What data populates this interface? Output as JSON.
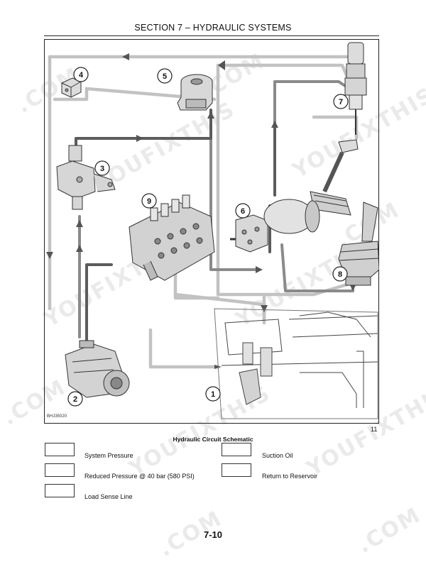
{
  "header": {
    "section_title": "SECTION 7 – HYDRAULIC SYSTEMS"
  },
  "figure": {
    "code": "BHJ35020",
    "number": "11",
    "caption": "Hydraulic Circuit Schematic",
    "callouts": [
      "1",
      "2",
      "3",
      "4",
      "5",
      "6",
      "7",
      "8",
      "9"
    ]
  },
  "legend": {
    "items": [
      {
        "label": "System Pressure",
        "line_color": "#5a5a5a"
      },
      {
        "label": "Reduced Pressure @ 40 bar (580 PSI)",
        "line_color": "#7d7d7d"
      },
      {
        "label": "Load Sense Line",
        "line_color": "#9a9a9a"
      },
      {
        "label": "Suction Oil",
        "line_color": "#a9a9a9"
      },
      {
        "label": "Return to Reservoir",
        "line_color": "#bdbdbd"
      }
    ]
  },
  "watermark": {
    "text": "YOUFIXTHIS",
    "suffix": ".COM"
  },
  "footer": {
    "page_number": "7-10"
  },
  "colors": {
    "system_pressure": "#5a5a5a",
    "return": "#bdbdbd",
    "reduced": "#7a7a7a"
  }
}
